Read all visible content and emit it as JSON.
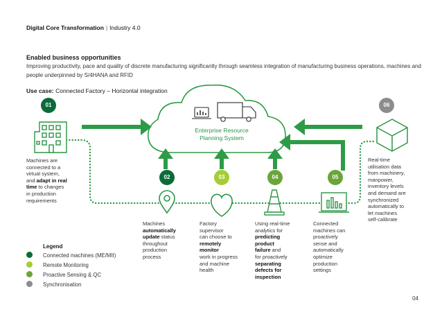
{
  "header": {
    "title": "Digital Core Transformation",
    "separator": "|",
    "subtitle": "Industry 4.0"
  },
  "section": {
    "title": "Enabled business opportunities",
    "body": "Improving productivity, pace and quality of discrete manufacturing significantly through seamless integration of manufacturing business operations, machines and people underpinned by S/4HANA and RFID"
  },
  "usecase": {
    "label": "Use case:",
    "text": "Connected Factory – Horizontal integration"
  },
  "cloud": {
    "line1": "Enterprise Resource",
    "line2": "Planning System"
  },
  "colors": {
    "dark_green": "#0b6b3a",
    "lime": "#a6cc37",
    "mid_green": "#6aa53a",
    "grey": "#8c8c8c",
    "accent": "#25a24a"
  },
  "steps": [
    {
      "number": "01",
      "icon": "building-icon",
      "lines": [
        [
          "Machines are"
        ],
        [
          "connected to a"
        ],
        [
          "virtual system,"
        ],
        [
          "and ",
          {
            "b": "adapt in real"
          }
        ],
        [
          {
            "b": "time"
          },
          " to changes"
        ],
        [
          "in production"
        ],
        [
          "requirements"
        ]
      ]
    },
    {
      "number": "02",
      "icon": "location-pin-icon",
      "lines": [
        [
          "Machines"
        ],
        [
          {
            "b": "automatically"
          }
        ],
        [
          {
            "b": "update"
          },
          " status"
        ],
        [
          "throughout"
        ],
        [
          "production"
        ],
        [
          "process"
        ]
      ]
    },
    {
      "number": "03",
      "icon": "heart-icon",
      "lines": [
        [
          "Factory"
        ],
        [
          "supervisor"
        ],
        [
          "can choose to"
        ],
        [
          {
            "b": "remotely"
          }
        ],
        [
          {
            "b": "monitor"
          }
        ],
        [
          "work in progress"
        ],
        [
          "and machine"
        ],
        [
          "health"
        ]
      ]
    },
    {
      "number": "04",
      "icon": "traffic-cone-icon",
      "lines": [
        [
          "Using real-time"
        ],
        [
          "analytics for"
        ],
        [
          {
            "b": "predicting"
          }
        ],
        [
          {
            "b": "product"
          }
        ],
        [
          {
            "b": "failure"
          },
          " and"
        ],
        [
          "for proactively"
        ],
        [
          {
            "b": "separating"
          }
        ],
        [
          {
            "b": "defects for"
          }
        ],
        [
          {
            "b": "inspection"
          }
        ]
      ]
    },
    {
      "number": "05",
      "icon": "monitor-chart-icon",
      "lines": [
        [
          "Connected"
        ],
        [
          "machines can"
        ],
        [
          "proactively"
        ],
        [
          "sense and"
        ],
        [
          "automatically"
        ],
        [
          "optimize"
        ],
        [
          "production"
        ],
        [
          "settings"
        ]
      ]
    },
    {
      "number": "06",
      "icon": "cube-icon",
      "lines": [
        [
          "Real-time"
        ],
        [
          "utilisation data"
        ],
        [
          "from machinery,"
        ],
        [
          "manpower,"
        ],
        [
          "inventory levels"
        ],
        [
          "and demand are"
        ],
        [
          "synchronized"
        ],
        [
          "automatically to"
        ],
        [
          "let machines"
        ],
        [
          "self-calibrate"
        ]
      ]
    }
  ],
  "legend": {
    "title": "Legend",
    "items": [
      {
        "label": "Connected machines (ME/MII)",
        "color": "#0b6b3a"
      },
      {
        "label": "Remote Monitoring",
        "color": "#a6cc37"
      },
      {
        "label": "Proactive Sensing & QC",
        "color": "#6aa53a"
      },
      {
        "label": "Synchronisation",
        "color": "#8c8c8c"
      }
    ]
  },
  "page_number": "04"
}
